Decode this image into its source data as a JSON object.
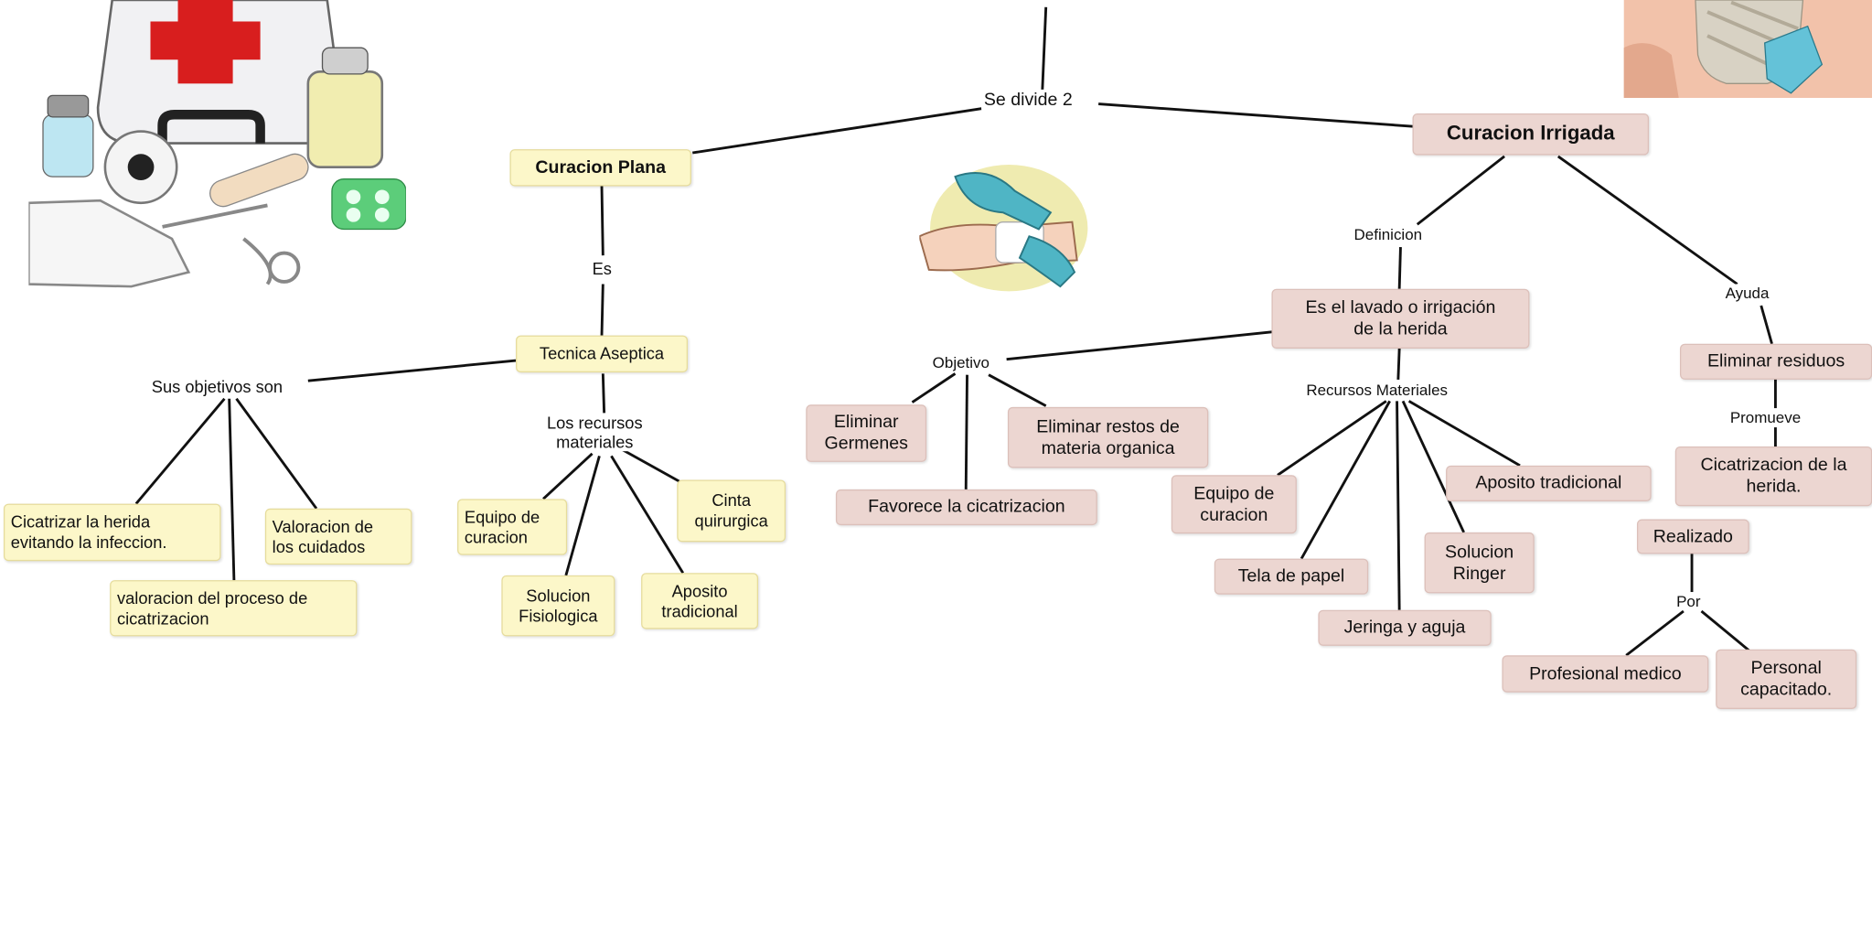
{
  "colors": {
    "main_branch_node": "#fcf7c9",
    "secondary_branch_node": "#ecd6d1",
    "connector": "#111111"
  },
  "center_link_label": "Se divide 2",
  "left_branch": {
    "title": "Curacion Plana",
    "link_es": "Es",
    "technique": "Tecnica Aseptica",
    "objectives_label": "Sus objetivos son",
    "objectives": [
      "Cicatrizar la herida\nevitando la infeccion.",
      "valoracion del proceso de\ncicatrizacion",
      "Valoracion de\nlos cuidados"
    ],
    "resources_label": "Los recursos\nmateriales",
    "resources": [
      "Equipo de\ncuracion",
      "Solucion\nFisiologica",
      "Aposito\ntradicional",
      "Cinta\nquirurgica"
    ]
  },
  "right_branch": {
    "title": "Curacion Irrigada",
    "definition_label": "Definicion",
    "definition": "Es el lavado o irrigación\nde la herida",
    "objective_label": "Objetivo",
    "objectives": [
      "Eliminar\nGermenes",
      "Favorece la cicatrizacion",
      "Eliminar restos de\nmateria organica"
    ],
    "resources_label": "Recursos Materiales",
    "resources": [
      "Equipo de\ncuracion",
      "Tela de papel",
      "Jeringa y aguja",
      "Solucion\nRinger",
      "Aposito tradicional"
    ],
    "helps_label": "Ayuda",
    "helps": "Eliminar residuos",
    "promotes_label": "Promueve",
    "promotes": "Cicatrizacion de la\nherida.",
    "performed": "Realizado",
    "by_label": "Por",
    "performers": [
      "Profesional medico",
      "Personal\ncapacitado."
    ]
  },
  "pictures": [
    "first-aid-kit-illustration",
    "bandaged-wrist-illustration",
    "bandaging-photo"
  ]
}
